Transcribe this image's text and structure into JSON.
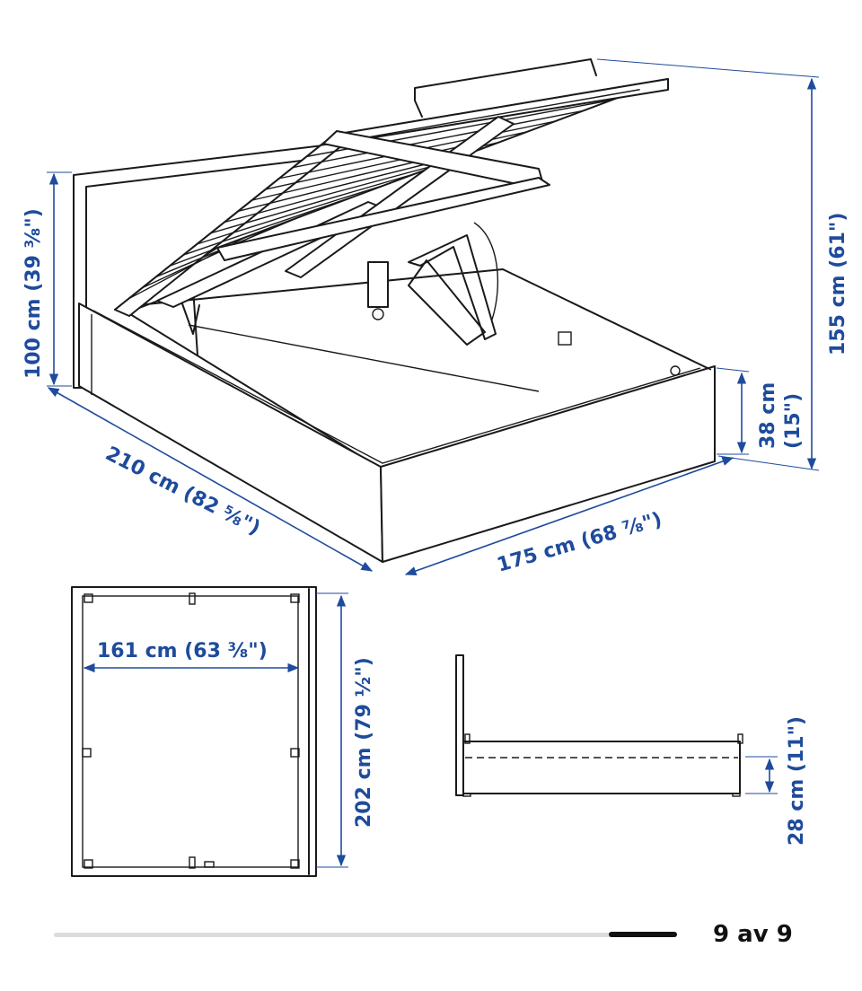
{
  "dimensions": {
    "headboard_height": "100 cm (39 ⅜\")",
    "total_height": "155 cm (61\")",
    "frame_height": "38 cm",
    "frame_height_in": "(15\")",
    "length": "210 cm (82 ⅝\")",
    "width": "175 cm (68 ⅞\")",
    "inner_width": "161 cm (63 ⅜\")",
    "inner_length": "202 cm (79 ½\")",
    "clearance": "28 cm (11\")"
  },
  "pager": {
    "label": "9 av 9",
    "progress": 1.0
  },
  "colors": {
    "dimension_text": "#1e4b9c",
    "line": "#1a1a1a"
  }
}
